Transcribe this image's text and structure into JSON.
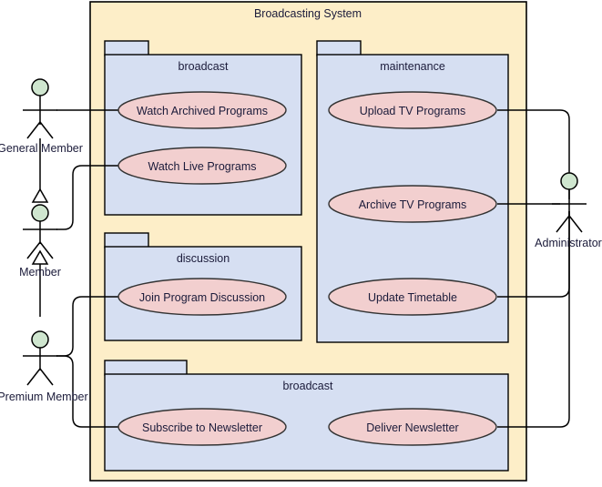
{
  "diagram": {
    "type": "uml-use-case-diagram",
    "system": {
      "name": "Broadcasting System",
      "fill": "#fdeec8",
      "stroke": "#000000"
    },
    "theme": {
      "package_fill": "#d6dff2",
      "usecase_fill": "#f2cfcf",
      "actor_head_fill": "#cfe6cf",
      "line": "#000000",
      "text": "#1b1b3a"
    },
    "packages": [
      {
        "id": "pkg-broadcast-top",
        "name": "broadcast"
      },
      {
        "id": "pkg-maintenance",
        "name": "maintenance"
      },
      {
        "id": "pkg-discussion",
        "name": "discussion"
      },
      {
        "id": "pkg-broadcast-bottom",
        "name": "broadcast"
      }
    ],
    "use_cases": [
      {
        "id": "uc-watch-archived-programs",
        "name": "Watch Archived Programs",
        "package": "pkg-broadcast-top"
      },
      {
        "id": "uc-watch-live-programs",
        "name": "Watch Live Programs",
        "package": "pkg-broadcast-top"
      },
      {
        "id": "uc-upload-tv-programs",
        "name": "Upload TV Programs",
        "package": "pkg-maintenance"
      },
      {
        "id": "uc-archive-tv-programs",
        "name": "Archive TV Programs",
        "package": "pkg-maintenance"
      },
      {
        "id": "uc-update-timetable",
        "name": "Update Timetable",
        "package": "pkg-maintenance"
      },
      {
        "id": "uc-join-program-discussion",
        "name": "Join Program Discussion",
        "package": "pkg-discussion"
      },
      {
        "id": "uc-subscribe-to-newsletter",
        "name": "Subscribe to Newsletter",
        "package": "pkg-broadcast-bottom"
      },
      {
        "id": "uc-deliver-newsletter",
        "name": "Deliver Newsletter",
        "package": "pkg-broadcast-bottom"
      }
    ],
    "actors": [
      {
        "id": "actor-general-member",
        "name": "General Member"
      },
      {
        "id": "actor-member",
        "name": "Member"
      },
      {
        "id": "actor-premium-member",
        "name": "Premium Member"
      },
      {
        "id": "actor-administrator",
        "name": "Administrator"
      }
    ],
    "generalizations": [
      {
        "from": "actor-member",
        "to": "actor-general-member"
      },
      {
        "from": "actor-premium-member",
        "to": "actor-member"
      }
    ],
    "associations": [
      {
        "actor": "actor-general-member",
        "use_case": "uc-watch-archived-programs"
      },
      {
        "actor": "actor-member",
        "use_case": "uc-watch-live-programs"
      },
      {
        "actor": "actor-premium-member",
        "use_case": "uc-join-program-discussion"
      },
      {
        "actor": "actor-premium-member",
        "use_case": "uc-subscribe-to-newsletter"
      },
      {
        "actor": "actor-administrator",
        "use_case": "uc-upload-tv-programs"
      },
      {
        "actor": "actor-administrator",
        "use_case": "uc-archive-tv-programs"
      },
      {
        "actor": "actor-administrator",
        "use_case": "uc-update-timetable"
      },
      {
        "actor": "actor-administrator",
        "use_case": "uc-deliver-newsletter"
      }
    ]
  }
}
